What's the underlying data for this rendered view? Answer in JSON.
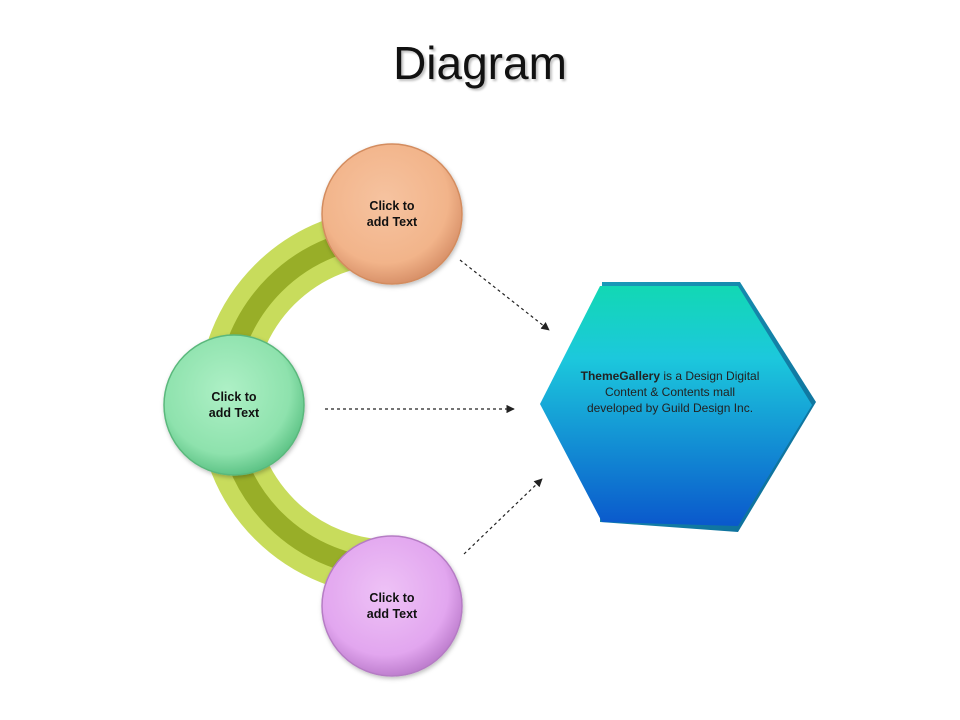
{
  "slide": {
    "title": "Diagram"
  },
  "nodes": [
    {
      "line1": "Click to",
      "line2": "add Text",
      "color": "#f3b68a"
    },
    {
      "line1": "Click to",
      "line2": "add Text",
      "color": "#8ee2ad"
    },
    {
      "line1": "Click to",
      "line2": "add Text",
      "color": "#e2a6ef"
    }
  ],
  "hexagon": {
    "brand": "ThemeGallery",
    "text": " is a Design Digital Content & Contents mall developed by Guild Design Inc.",
    "colors": {
      "top": "#12d6b8",
      "bottom": "#0a5fd0",
      "side": "#1a8db0"
    }
  },
  "arc_colors": {
    "outer": "#c8dc5c",
    "inner": "#98ae28"
  }
}
